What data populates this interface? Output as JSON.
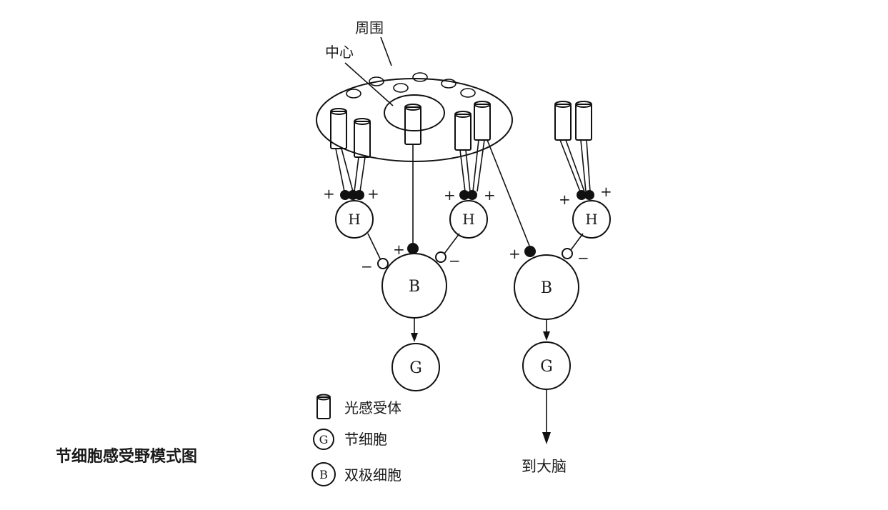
{
  "labels": {
    "surround": "周围",
    "center": "中心",
    "to_brain": "到大脑",
    "title": "节细胞感受野模式图"
  },
  "cell_letters": {
    "horizontal": "H",
    "bipolar": "B",
    "ganglion": "G"
  },
  "signs": {
    "plus": "+",
    "minus": "−"
  },
  "legend": [
    {
      "symbol": "photoreceptor",
      "label": "光感受体"
    },
    {
      "symbol": "G",
      "label": "节细胞"
    },
    {
      "symbol": "B",
      "label": "双极细胞"
    }
  ],
  "colors": {
    "bipolar_fill": "#b9b9b9",
    "line": "#111111",
    "background": "#ffffff"
  }
}
